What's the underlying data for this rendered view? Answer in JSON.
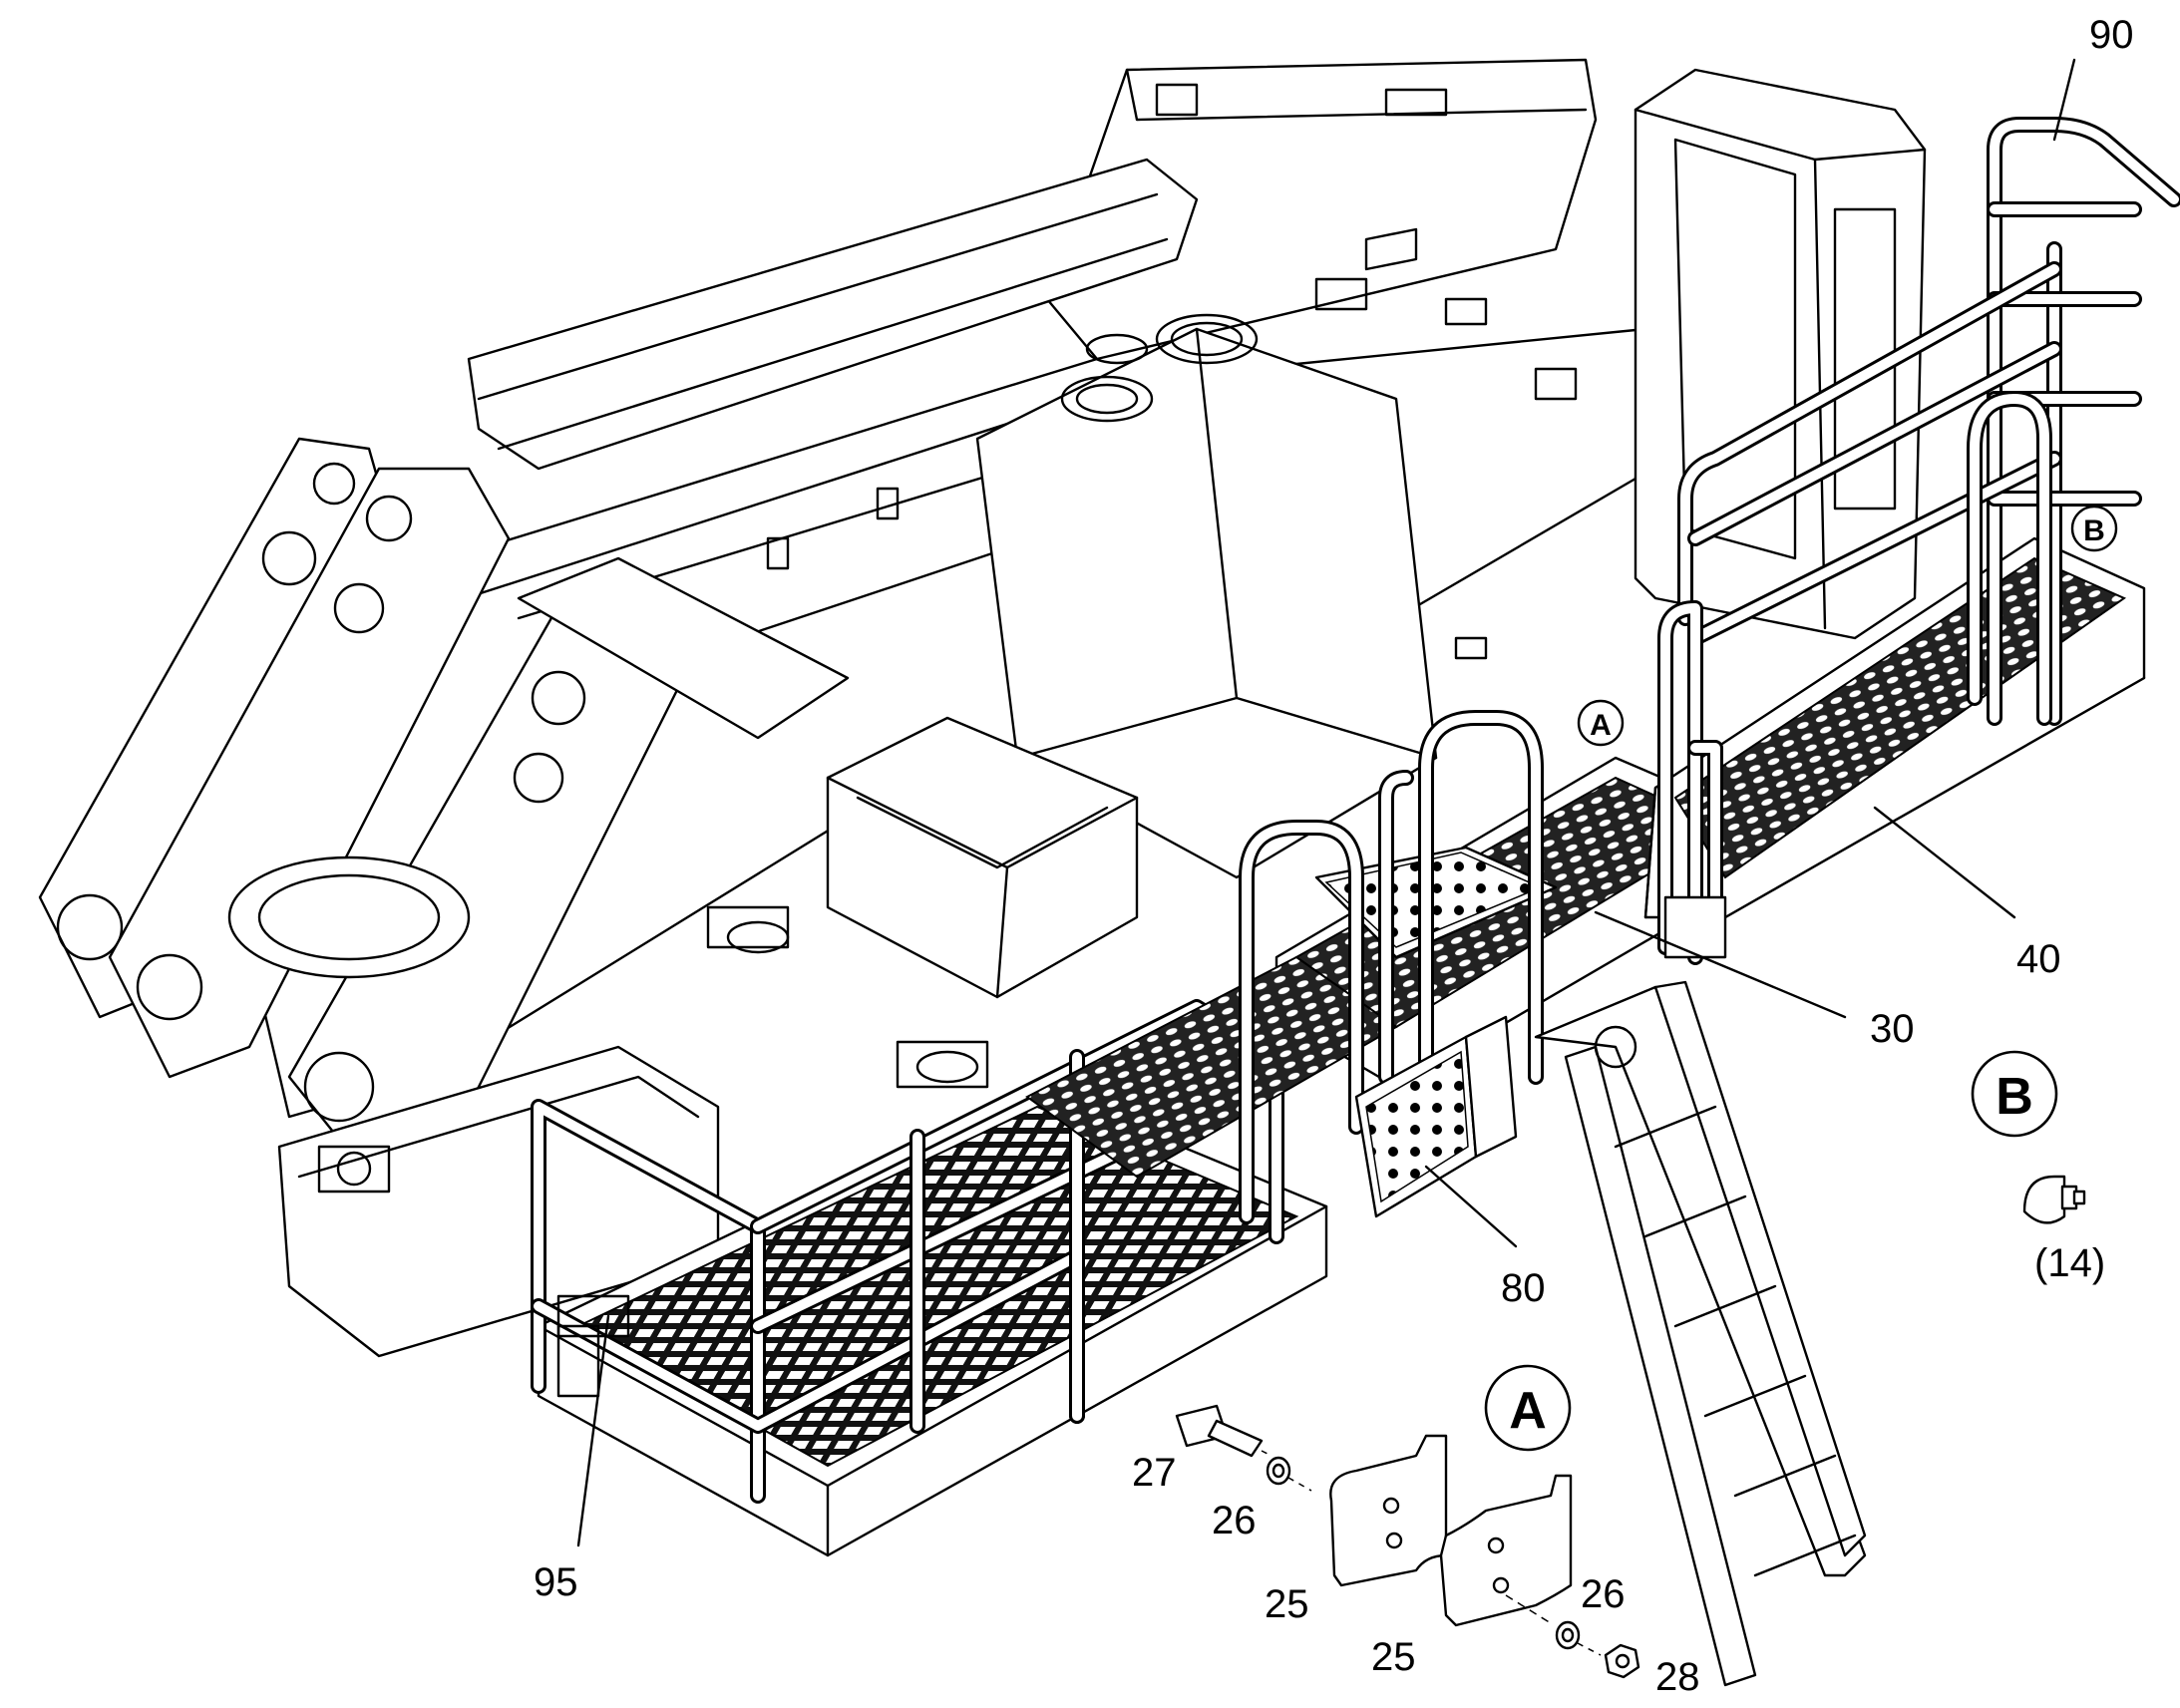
{
  "callouts": [
    {
      "id": "c90",
      "text": "90"
    },
    {
      "id": "c40",
      "text": "40"
    },
    {
      "id": "c30",
      "text": "30"
    },
    {
      "id": "c80",
      "text": "80"
    },
    {
      "id": "c95",
      "text": "95"
    },
    {
      "id": "c27",
      "text": "27"
    },
    {
      "id": "c26a",
      "text": "26"
    },
    {
      "id": "c25a",
      "text": "25"
    },
    {
      "id": "c25b",
      "text": "25"
    },
    {
      "id": "c26b",
      "text": "26"
    },
    {
      "id": "c28",
      "text": "28"
    },
    {
      "id": "c14",
      "text": "(14)"
    }
  ],
  "detail_markers": {
    "a_small": "A",
    "b_small": "B",
    "a_large": "A",
    "b_large": "B"
  }
}
